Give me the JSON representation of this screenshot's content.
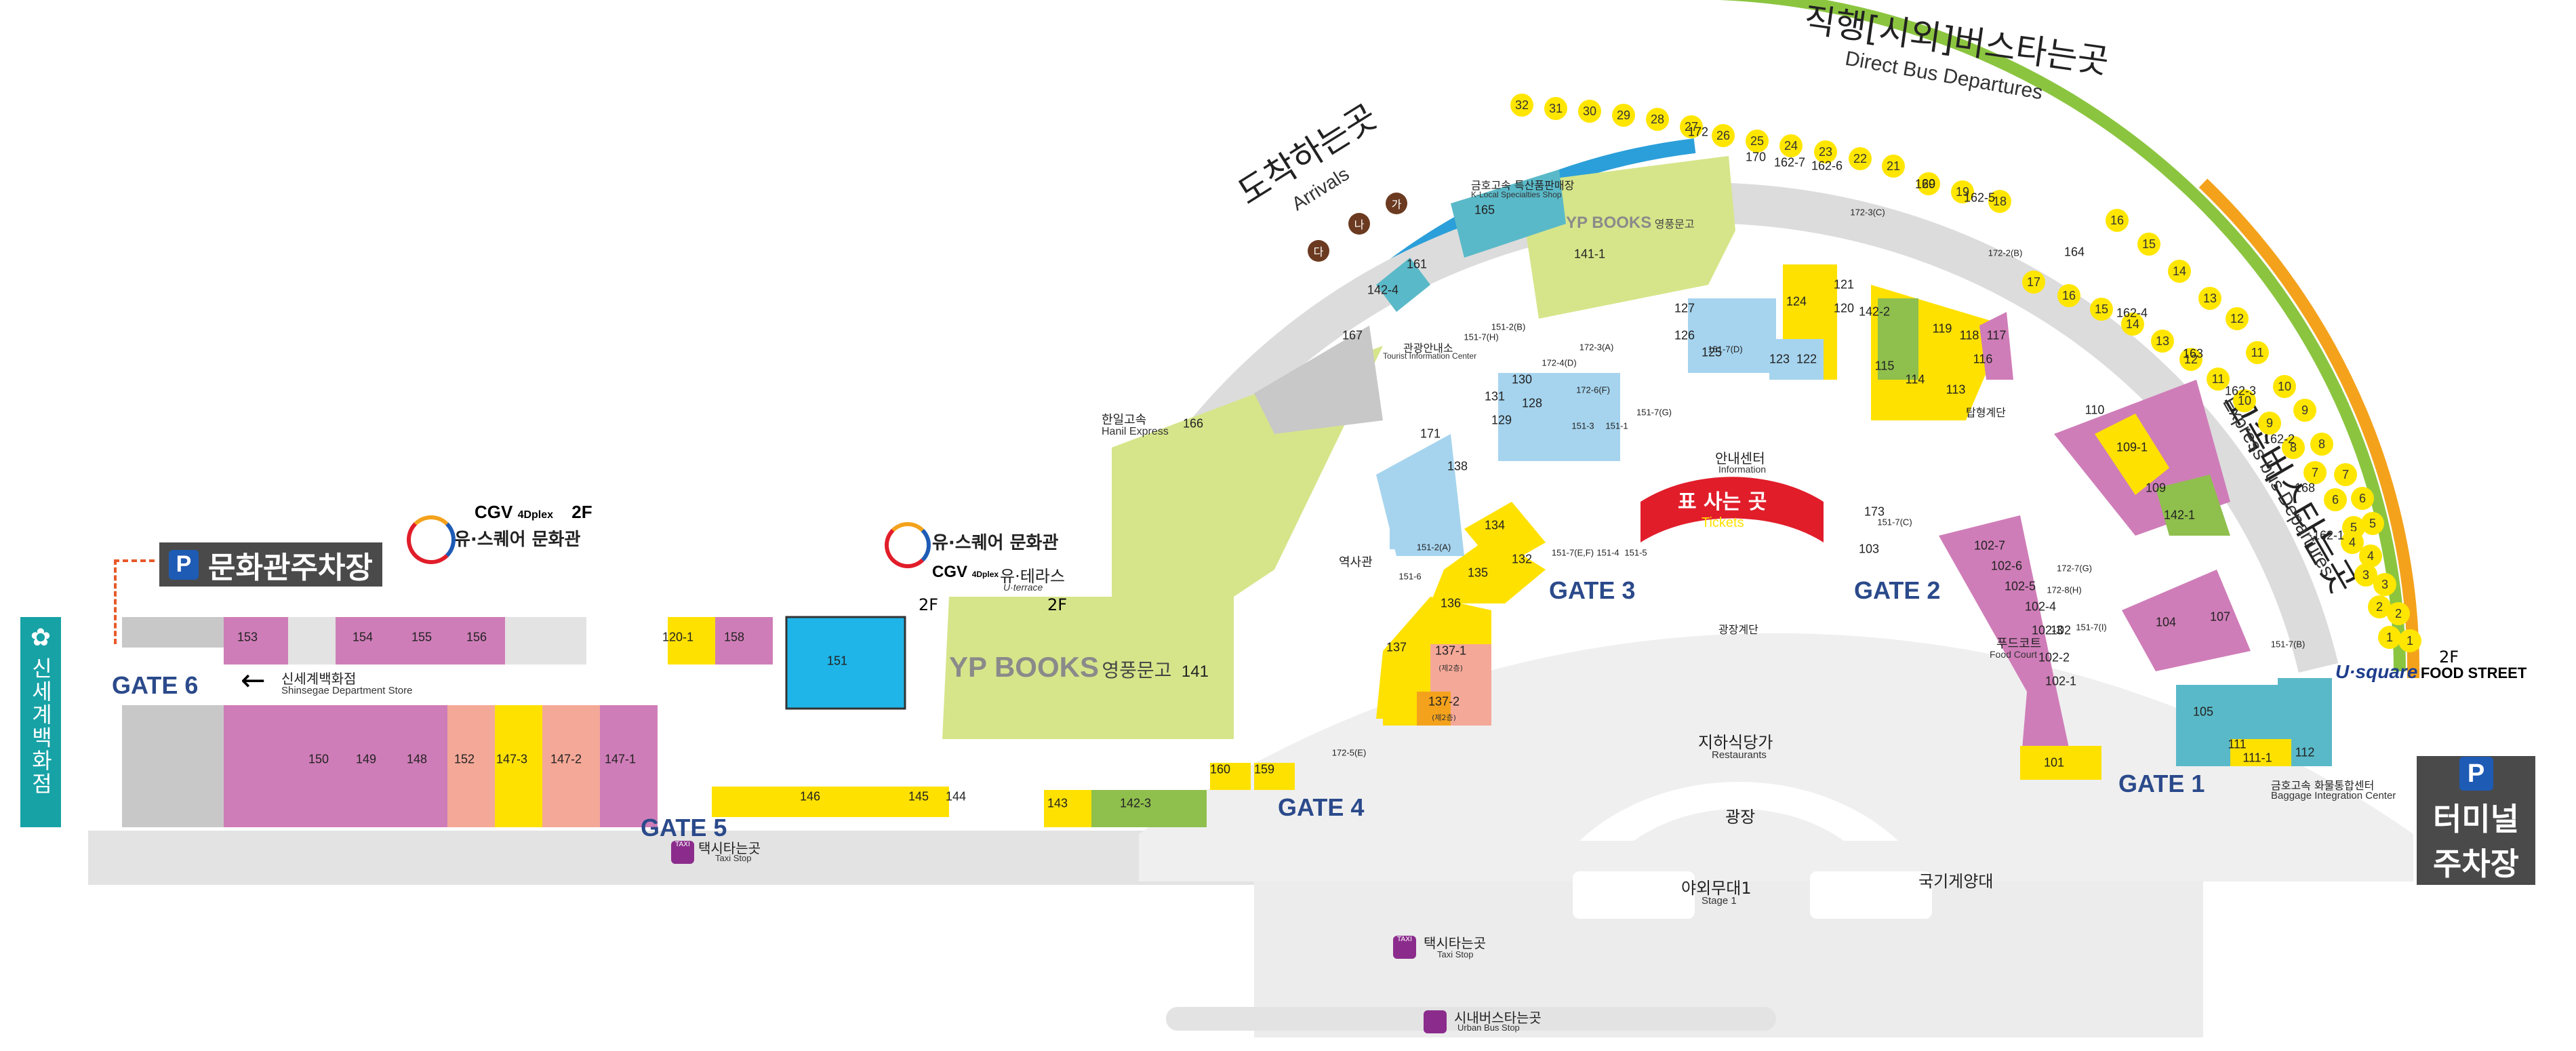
{
  "colors": {
    "yellow": "#ffe100",
    "pink": "#cf7db8",
    "salmon": "#f4a898",
    "green": "#8fbf4d",
    "olive": "#d6e58a",
    "lightblue": "#a6d4ee",
    "teal": "#5ab9c8",
    "cyan": "#1fb5e8",
    "gray": "#c8c8c8",
    "darkgray": "#4a4a4a",
    "red": "#e11d2a",
    "shinsegae_teal": "#17a2a6",
    "gate_blue": "#2b4a8b",
    "orange": "#f4a21c",
    "green_band": "#8bc53f",
    "blue_band": "#2b9fd9"
  },
  "headings": {
    "direct_bus": {
      "ko": "직행[시외]버스타는곳",
      "en": "Direct Bus Departures"
    },
    "express_bus": {
      "ko": "고속버스타는곳",
      "en": "Express bus Departures"
    },
    "arrivals": {
      "ko": "도착하는곳",
      "en": "Arrivals"
    },
    "tickets": {
      "ko": "표 사는 곳",
      "en": "Tickets"
    },
    "info": {
      "ko": "안내센터",
      "en": "Information"
    },
    "tourist_info": {
      "ko": "관광안내소",
      "en": "Tourist Information Center"
    },
    "restaurants": {
      "ko": "지하식당가",
      "en": "Restaurants"
    },
    "plaza": "광장",
    "plaza_stairs": "광장계단",
    "stage": {
      "ko": "야외무대1",
      "en": "Stage 1"
    },
    "flag": "국기게양대",
    "food_court": {
      "ko": "푸드코트",
      "en": "Food Court"
    },
    "spiral_stairs": "탑형계단",
    "history_hall": "역사관",
    "kumho_shop": {
      "ko": "금호고속 특산품판매장",
      "en": "K-Local Specialties Shop"
    },
    "hanil": {
      "ko": "한일고속",
      "en": "Hanil Express"
    },
    "baggage": {
      "ko": "금호고속 화물통합센터",
      "en": "Baggage Integration Center"
    },
    "shinsegae_store": {
      "ko": "신세계백화점",
      "en": "Shinsegae Department Store"
    },
    "shinsegae_vertical": "신세계백화점",
    "taxi_gate5": {
      "ko": "택시타는곳",
      "en": "Taxi Stop"
    },
    "taxi_center": {
      "ko": "택시타는곳",
      "en": "Taxi Stop"
    },
    "urban_bus": {
      "ko": "시내버스타는곳",
      "en": "Urban Bus Stop"
    },
    "culture_parking": "문화관주차장",
    "terminal_parking_1": "터미널",
    "terminal_parking_2": "주차장",
    "parking_symbol": "P",
    "cgv_brand": "CGV",
    "cgv_4dplex": "4Dplex",
    "cgv_2f": "2F",
    "cgv_plex": "4Dplex",
    "usquare_culture": "유·스퀘어 문화관",
    "usquare_culture_2": "유·스퀘어 문화관",
    "uterrace_ko": "유·테라스",
    "uterrace_en": "U·terrace",
    "usquare_2f_a": "2F",
    "usquare_2f_b": "2F",
    "usquare_food_2f": "2F",
    "usquare_brand": "U·square",
    "usquare_food": "FOOD STREET",
    "ypbooks_brand": "YP BOOKS",
    "ypbooks_ko": "영풍문고",
    "ypbooks_num": "141",
    "ypbooks_top": "YP BOOKS",
    "ypbooks_top_ko": "영풍문고"
  },
  "gates": [
    "GATE 1",
    "GATE 2",
    "GATE 3",
    "GATE 4",
    "GATE 5",
    "GATE 6"
  ],
  "direct_bus_stops": [
    "1",
    "2",
    "3",
    "4",
    "5",
    "6",
    "7",
    "8",
    "9",
    "10",
    "11",
    "12",
    "13",
    "14",
    "15",
    "16",
    "17",
    "18",
    "19",
    "20",
    "21",
    "22",
    "23",
    "24",
    "25",
    "26",
    "27",
    "28",
    "29",
    "30",
    "31",
    "32"
  ],
  "express_bus_stops": [
    "1",
    "2",
    "3",
    "4",
    "5",
    "6",
    "7",
    "8",
    "9",
    "10",
    "11",
    "12",
    "13",
    "14",
    "15",
    "16"
  ],
  "arrival_stops": [
    "가",
    "나",
    "다"
  ],
  "units": {
    "u150": "150",
    "u149": "149",
    "u148": "148",
    "u152": "152",
    "u147_3": "147-3",
    "u147_2": "147-2",
    "u147_1": "147-1",
    "u153": "153",
    "u154": "154",
    "u155": "155",
    "u156": "156",
    "u120_1": "120-1",
    "u158": "158",
    "u151": "151",
    "u146": "146",
    "u145": "145",
    "u144": "144",
    "u143": "143",
    "u142_3": "142-3",
    "u160": "160",
    "u159": "159",
    "u137": "137",
    "u137_1": "137-1",
    "u137_2": "137-2",
    "sub2f": "(제2층)",
    "u136": "136",
    "u135": "135",
    "u134": "134",
    "u132": "132",
    "u131": "131",
    "u130": "130",
    "u129": "129",
    "u128": "128",
    "u127": "127",
    "u126": "126",
    "u125": "125",
    "u124": "124",
    "u123": "123",
    "u122": "122",
    "u121": "121",
    "u120": "120",
    "u142_2": "142-2",
    "u119": "119",
    "u118": "118",
    "u117": "117",
    "u116": "116",
    "u115": "115",
    "u114": "114",
    "u113": "113",
    "u110": "110",
    "u109_1": "109-1",
    "u109": "109",
    "u142_1": "142-1",
    "u104": "104",
    "u107": "107",
    "u105": "105",
    "u111": "111",
    "u111_1": "111-1",
    "u112": "112",
    "u101": "101",
    "u102": "102",
    "u102_7": "102-7",
    "u102_6": "102-6",
    "u102_5": "102-5",
    "u102_4": "102-4",
    "u102_3": "102-3",
    "u102_2": "102-2",
    "u102_1": "102-1",
    "u103": "103",
    "u173": "173",
    "u141_1": "141-1",
    "u165": "165",
    "u161": "161",
    "u142_4": "142-4",
    "u167": "167",
    "u166": "166",
    "u171": "171",
    "u138": "138",
    "u172": "172",
    "u170": "170",
    "u162_7": "162-7",
    "u162_6": "162-6",
    "u169": "169",
    "u162_5": "162-5",
    "u164": "164",
    "u162_4": "162-4",
    "u163": "163",
    "u162_3": "162-3",
    "u162_2": "162-2",
    "u168": "168",
    "u162_1": "162-1",
    "u172_3c": "172-3(C)",
    "u172_2b": "172-2(B)",
    "u172_3a": "172-3(A)",
    "u172_4d": "172-4(D)",
    "u172_6f": "172-6(F)",
    "u172_7g": "172-7(G)",
    "u172_8h": "172-8(H)",
    "u172_5e": "172-5(E)",
    "u151_2b": "151-2(B)",
    "u151_7h": "151-7(H)",
    "u151_7d": "151-7(D)",
    "u151_7g": "151-7(G)",
    "u151_3": "151-3",
    "u151_1": "151-1",
    "u151_2a": "151-2(A)",
    "u151_6": "151-6",
    "u151_7ef": "151-7(E,F)",
    "u151_4": "151-4",
    "u151_5": "151-5",
    "u151_7c": "151-7(C)",
    "u151_7i": "151-7(I)",
    "u151_7b": "151-7(B)"
  }
}
